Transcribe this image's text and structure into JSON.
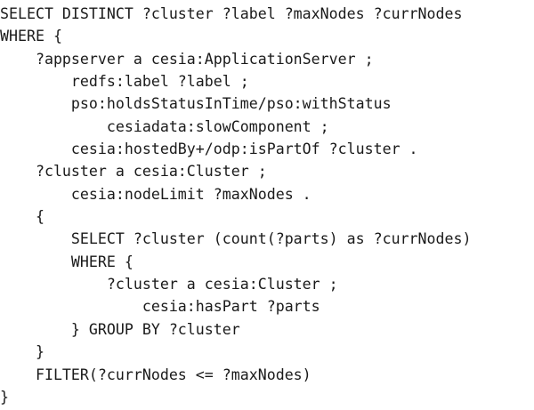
{
  "code": {
    "lines": [
      "SELECT DISTINCT ?cluster ?label ?maxNodes ?currNodes",
      "WHERE {",
      "    ?appserver a cesia:ApplicationServer ;",
      "        redfs:label ?label ;",
      "        pso:holdsStatusInTime/pso:withStatus",
      "            cesiadata:slowComponent ;",
      "        cesia:hostedBy+/odp:isPartOf ?cluster .",
      "    ?cluster a cesia:Cluster ;",
      "        cesia:nodeLimit ?maxNodes .",
      "    {",
      "        SELECT ?cluster (count(?parts) as ?currNodes)",
      "        WHERE {",
      "            ?cluster a cesia:Cluster ;",
      "                cesia:hasPart ?parts",
      "        } GROUP BY ?cluster",
      "    }",
      "    FILTER(?currNodes <= ?maxNodes)",
      "}"
    ]
  }
}
